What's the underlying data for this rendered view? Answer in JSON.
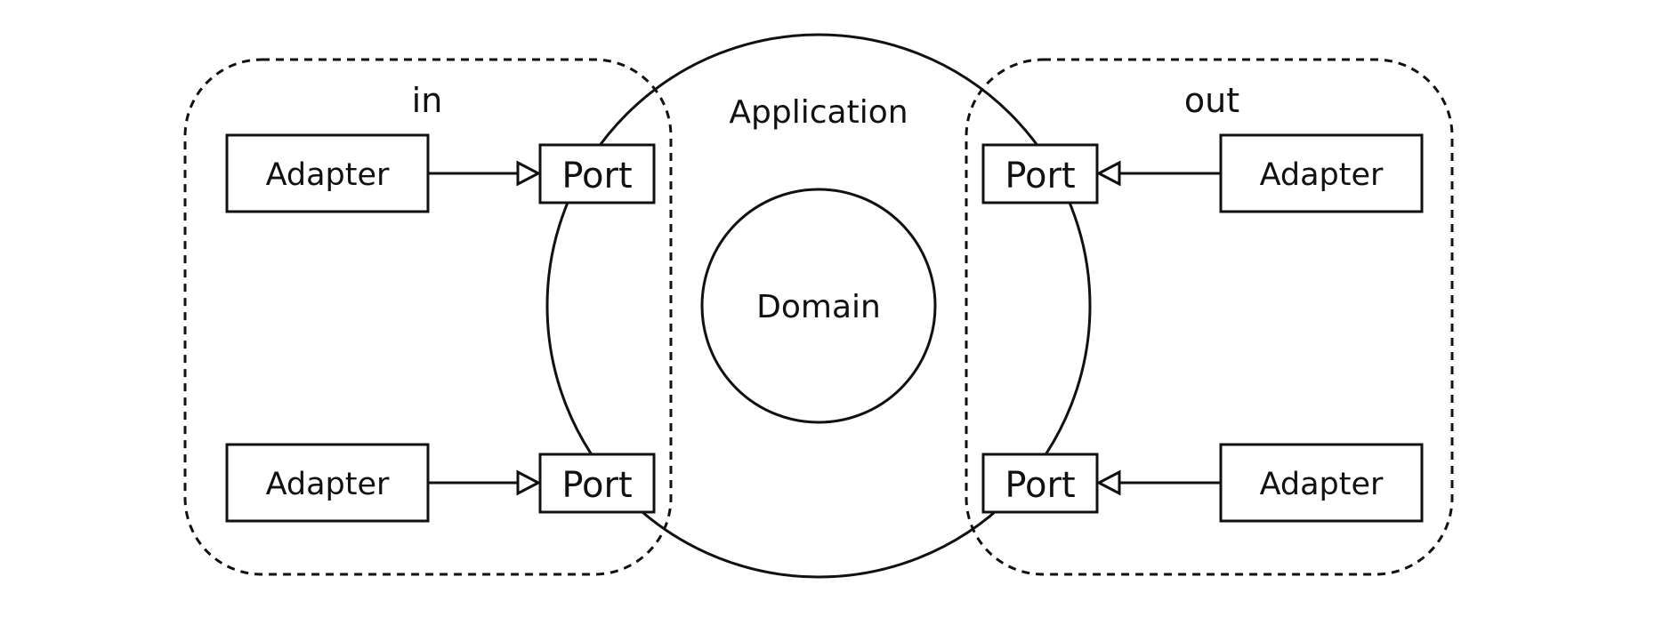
{
  "groups": {
    "in_label": "in",
    "out_label": "out"
  },
  "application": {
    "label": "Application"
  },
  "domain": {
    "label": "Domain"
  },
  "in_side": {
    "adapters": [
      "Adapter",
      "Adapter"
    ],
    "ports": [
      "Port",
      "Port"
    ]
  },
  "out_side": {
    "adapters": [
      "Adapter",
      "Adapter"
    ],
    "ports": [
      "Port",
      "Port"
    ]
  },
  "edges": [
    {
      "from": "in_side.adapters.0",
      "to": "in_side.ports.0",
      "arrowhead": "hollow-triangle"
    },
    {
      "from": "in_side.adapters.1",
      "to": "in_side.ports.1",
      "arrowhead": "hollow-triangle"
    },
    {
      "from": "out_side.adapters.0",
      "to": "out_side.ports.0",
      "arrowhead": "hollow-triangle"
    },
    {
      "from": "out_side.adapters.1",
      "to": "out_side.ports.1",
      "arrowhead": "hollow-triangle"
    }
  ]
}
